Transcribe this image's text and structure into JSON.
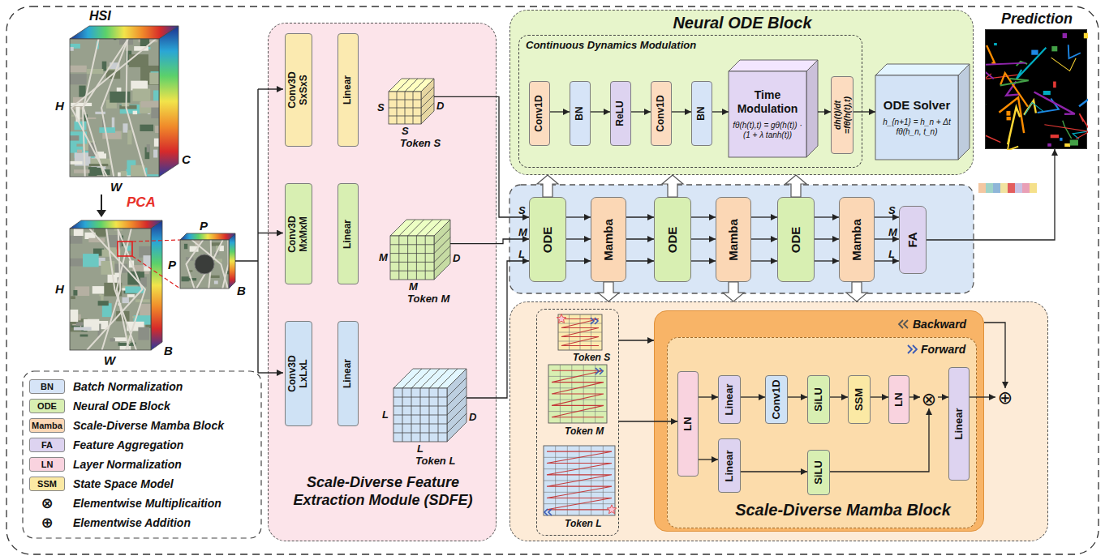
{
  "diagram": {
    "nodes": [
      {
        "text": [
          "Scale-Diverse Feature Extraction Module (SDFE)"
        ]
      },
      {
        "text": [
          "Conv3D SxSxS"
        ],
        "in": 0
      },
      {
        "text": [
          "Linear"
        ],
        "in": 0
      },
      {
        "text": [
          "S",
          "S",
          "D",
          "Token S"
        ],
        "in": 0
      },
      {
        "text": [
          "Conv3D MxMxM"
        ],
        "in": 0
      },
      {
        "text": [
          "Linear"
        ],
        "in": 0
      },
      {
        "text": [
          "M",
          "M",
          "D",
          "Token M"
        ],
        "in": 0
      },
      {
        "text": [
          "Conv3D LxLxL"
        ],
        "in": 0
      },
      {
        "text": [
          "Linear"
        ],
        "in": 0
      },
      {
        "text": [
          "L",
          "L",
          "D",
          "Token L"
        ],
        "in": 0
      },
      {
        "text": [
          "Neural ODE Block"
        ]
      },
      {
        "text": [
          "Continuous Dynamics Modulation"
        ],
        "in": 10
      },
      {
        "text": [
          "Conv1D"
        ],
        "in": 11
      },
      {
        "text": [
          "BN"
        ],
        "in": 11
      },
      {
        "text": [
          "ReLU"
        ],
        "in": 11
      },
      {
        "text": [
          "Conv1D"
        ],
        "in": 11
      },
      {
        "text": [
          "BN"
        ],
        "in": 11
      },
      {
        "text": [
          "Time Modulation",
          "fθ(h(t),t) = gθ(h(t)) · (1 + λ tanh(t))"
        ],
        "in": 11
      },
      {
        "text": [
          "dh(t)/dt =fθ(h(t),t)"
        ],
        "in": 11
      },
      {
        "text": [
          "ODE Solver",
          "h_{n+1} = h_n + Δt fθ(h_n, t_n)"
        ],
        "in": 10
      },
      {
        "text": [
          "ODE"
        ]
      },
      {
        "text": [
          "Mamba"
        ]
      },
      {
        "text": [
          "ODE"
        ]
      },
      {
        "text": [
          "Mamba"
        ]
      },
      {
        "text": [
          "ODE"
        ]
      },
      {
        "text": [
          "Mamba"
        ]
      },
      {
        "text": [
          "FA"
        ]
      },
      {
        "text": [
          "Prediction"
        ]
      },
      {
        "text": [
          "Scale-Diverse Mamba Block"
        ]
      },
      {
        "text": [
          "Token S",
          "Token M",
          "Token L"
        ],
        "in": 28
      },
      {
        "text": [
          "Backward"
        ],
        "in": 28
      },
      {
        "text": [
          "Forward"
        ],
        "in": 30
      },
      {
        "text": [
          "LN"
        ],
        "in": 31
      },
      {
        "text": [
          "Linear"
        ],
        "in": 31
      },
      {
        "text": [
          "Conv1D"
        ],
        "in": 31
      },
      {
        "text": [
          "SiLU"
        ],
        "in": 31
      },
      {
        "text": [
          "SSM"
        ],
        "in": 31
      },
      {
        "text": [
          "LN"
        ],
        "in": 31
      },
      {
        "text": [
          "⊗"
        ],
        "in": 31
      },
      {
        "text": [
          "Linear"
        ],
        "in": 31
      },
      {
        "text": [
          "Linear"
        ],
        "in": 31
      },
      {
        "text": [
          "SiLU"
        ],
        "in": 31
      },
      {
        "text": [
          "⊕"
        ],
        "in": 28
      }
    ],
    "edges": [
      {
        "from": 3,
        "to": 20,
        "arrow": "to",
        "label": "S"
      },
      {
        "from": 6,
        "to": 20,
        "arrow": "to",
        "label": "M"
      },
      {
        "from": 9,
        "to": 20,
        "arrow": "to",
        "label": "L"
      },
      {
        "from": 20,
        "to": 21,
        "arrow": "to"
      },
      {
        "from": 20,
        "to": 21,
        "arrow": "to"
      },
      {
        "from": 20,
        "to": 21,
        "arrow": "to"
      },
      {
        "from": 21,
        "to": 22,
        "arrow": "to"
      },
      {
        "from": 21,
        "to": 22,
        "arrow": "to"
      },
      {
        "from": 21,
        "to": 22,
        "arrow": "to"
      },
      {
        "from": 22,
        "to": 23,
        "arrow": "to"
      },
      {
        "from": 22,
        "to": 23,
        "arrow": "to"
      },
      {
        "from": 22,
        "to": 23,
        "arrow": "to"
      },
      {
        "from": 23,
        "to": 24,
        "arrow": "to"
      },
      {
        "from": 23,
        "to": 24,
        "arrow": "to"
      },
      {
        "from": 23,
        "to": 24,
        "arrow": "to"
      },
      {
        "from": 24,
        "to": 25,
        "arrow": "to"
      },
      {
        "from": 24,
        "to": 25,
        "arrow": "to"
      },
      {
        "from": 24,
        "to": 25,
        "arrow": "to"
      },
      {
        "from": 25,
        "to": 26,
        "arrow": "to",
        "label": "S"
      },
      {
        "from": 25,
        "to": 26,
        "arrow": "to",
        "label": "M"
      },
      {
        "from": 25,
        "to": 26,
        "arrow": "to",
        "label": "L"
      },
      {
        "from": 26,
        "to": 27,
        "arrow": "to"
      },
      {
        "from": 20,
        "to": 10,
        "arrow": "to"
      },
      {
        "from": 22,
        "to": 10,
        "arrow": "to"
      },
      {
        "from": 24,
        "to": 10,
        "arrow": "to"
      },
      {
        "from": 21,
        "to": 28,
        "arrow": "to"
      },
      {
        "from": 23,
        "to": 28,
        "arrow": "to"
      },
      {
        "from": 25,
        "to": 28,
        "arrow": "to"
      },
      {
        "from": 12,
        "to": 13,
        "arrow": "to"
      },
      {
        "from": 13,
        "to": 14,
        "arrow": "to"
      },
      {
        "from": 14,
        "to": 15,
        "arrow": "to"
      },
      {
        "from": 15,
        "to": 16,
        "arrow": "to"
      },
      {
        "from": 16,
        "to": 17,
        "arrow": "to"
      },
      {
        "from": 17,
        "to": 18,
        "arrow": "to"
      },
      {
        "from": 18,
        "to": 19,
        "arrow": "to"
      },
      {
        "from": 29,
        "to": 30,
        "arrow": "to"
      },
      {
        "from": 29,
        "to": 32,
        "arrow": "to"
      },
      {
        "from": 32,
        "to": 33,
        "arrow": "to"
      },
      {
        "from": 33,
        "to": 34,
        "arrow": "to"
      },
      {
        "from": 34,
        "to": 35,
        "arrow": "to"
      },
      {
        "from": 35,
        "to": 36,
        "arrow": "to"
      },
      {
        "from": 36,
        "to": 37,
        "arrow": "to"
      },
      {
        "from": 37,
        "to": 38,
        "arrow": "to"
      },
      {
        "from": 38,
        "to": 39,
        "arrow": "to"
      },
      {
        "from": 39,
        "to": 42,
        "arrow": "to"
      },
      {
        "from": 30,
        "to": 42,
        "arrow": "to"
      },
      {
        "from": 32,
        "to": 40,
        "arrow": "to"
      },
      {
        "from": 40,
        "to": 41,
        "arrow": "to"
      },
      {
        "from": 41,
        "to": 38,
        "arrow": "to"
      }
    ],
    "labels": [
      "HSI",
      "H",
      "W",
      "C",
      "PCA",
      "H",
      "W",
      "B",
      "P",
      "P",
      "B",
      "BN",
      "ODE",
      "Mamba",
      "FA",
      "LN",
      "SSM",
      "⊗",
      "⊕"
    ],
    "legend": [
      {
        "text": "Batch Normalization",
        "color": "#d6e4f7"
      },
      {
        "text": "Neural ODE Block",
        "color": "#d8efb2"
      },
      {
        "text": "Scale-Diverse Mamba Block",
        "color": "#fbd7b5"
      },
      {
        "text": "Feature Aggregation",
        "color": "#ddd3f0"
      },
      {
        "text": "Layer Normalization",
        "color": "#f9d3df"
      },
      {
        "text": "State Space Model",
        "color": "#fbe9a4"
      },
      {
        "text": "Elementwise Multiplicaition"
      },
      {
        "text": "Elementwise Addition"
      }
    ]
  }
}
